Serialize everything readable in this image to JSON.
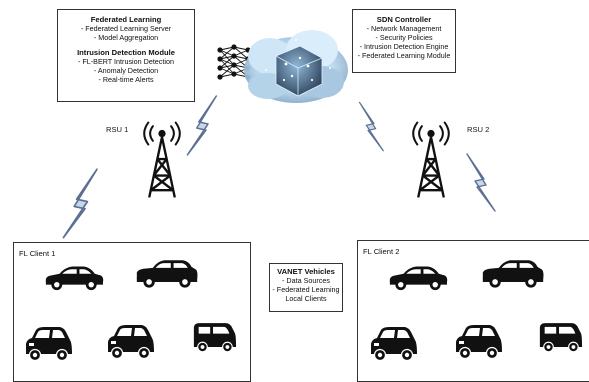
{
  "fl_box": {
    "title1": "Federated Learning",
    "lines1": [
      "- Federated Learning Server",
      "- Model Aggregation"
    ],
    "title2": "Intrusion Detection Module",
    "lines2": [
      "- FL-BERT Intrusion Detection",
      "- Anomaly Detection",
      "- Real-time Alerts"
    ]
  },
  "sdn_box": {
    "title": "SDN Controller",
    "lines": [
      "- Network Management",
      "- Security Policies",
      "- Intrusion Detection Engine",
      "- Federated Learning Module"
    ]
  },
  "rsu": {
    "left": "RSU 1",
    "right": "RSU 2"
  },
  "clients": {
    "left": "FL Client 1",
    "right": "FL Client 2"
  },
  "vanet": {
    "title": "VANET Vehicles",
    "lines": [
      "- Data Sources",
      "- Federated Learning",
      "Local Clients"
    ]
  },
  "icons": [
    "neural-network-icon",
    "cloud-server-icon",
    "radio-tower-icon",
    "lightning-link-icon",
    "sedan-icon",
    "suv-icon",
    "hatchback-icon",
    "van-icon"
  ],
  "colors": {
    "lightning": "#c9d6ea",
    "lightning_stroke": "#5b6f93",
    "cloud": "#bcd8ee",
    "vehicle": "#111111"
  }
}
